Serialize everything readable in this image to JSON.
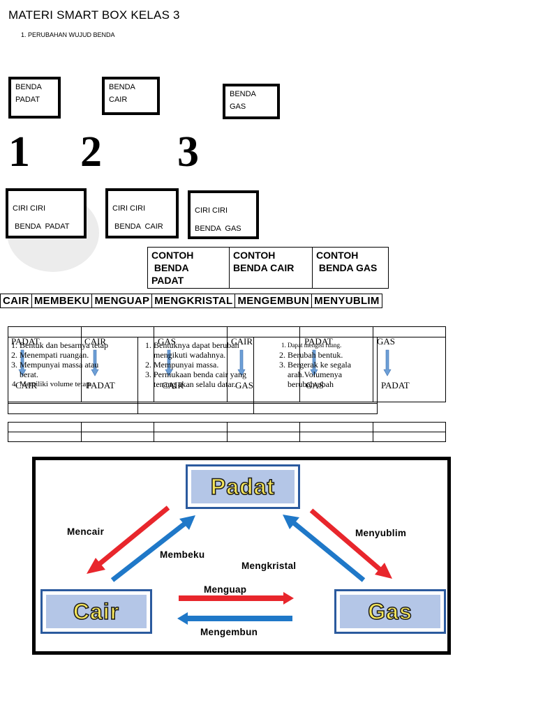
{
  "title": "MATERI SMART BOX  KELAS 3",
  "subtitle": "1.     PERUBAHAN WUJUD BENDA",
  "boxes_top": [
    {
      "line1": "BENDA",
      "line2": "PADAT"
    },
    {
      "line1": "BENDA",
      "line2": "CAIR"
    },
    {
      "line1": "BENDA",
      "line2": "GAS"
    }
  ],
  "numbers": [
    "1",
    "2",
    "3"
  ],
  "boxes_ciri": [
    {
      "line1": "CIRI CIRI",
      "line2": " BENDA  PADAT"
    },
    {
      "line1": "CIRI CIRI",
      "line2": " BENDA  CAIR"
    },
    {
      "line1": "CIRI CIRI",
      "line2": "BENDA  GAS"
    }
  ],
  "contoh": [
    {
      "line1": "CONTOH",
      "line2": " BENDA",
      "line3": "PADAT"
    },
    {
      "line1": "CONTOH",
      "line2": "BENDA CAIR",
      "line3": ""
    },
    {
      "line1": "CONTOH",
      "line2": " BENDA GAS",
      "line3": ""
    }
  ],
  "processes": [
    "CAIR",
    "MEMBEKU",
    "MENGUAP",
    "MENGKRISTAL",
    "MENGEMBUN",
    "MENYUBLIM"
  ],
  "transitions": [
    {
      "from": "PADAT",
      "to": "CAIR"
    },
    {
      "from": "CAIR",
      "to": "PADAT"
    },
    {
      "from": "GAS",
      "to": "CAIR"
    },
    {
      "from": "CAIR",
      "to": "GAS"
    },
    {
      "from": "PADAT",
      "to": "GAS"
    },
    {
      "from": "GAS",
      "to": "PADAT"
    }
  ],
  "ciri_padat": [
    "Bentuk dan besarnya tetap",
    "Menempati ruangan.",
    "Mempunyai massa atau berat.",
    "Memiliki volume tetap."
  ],
  "ciri_cair": [
    "Bentuknya dapat berubah mengikuti wadahnya.",
    "Mempunyai massa.",
    "Permukaan benda cair yang tenang akan selalu datar."
  ],
  "ciri_gas": [
    "Dapat mengisi ruang.",
    "Berubah bentuk.",
    "Bergerak ke segala arah.Volumenya berubah-ubah"
  ],
  "diagram": {
    "padat": "Padat",
    "cair": "Cair",
    "gas": "Gas",
    "mencair": "Mencair",
    "membeku": "Membeku",
    "menyublim": "Menyublim",
    "mengkristal": "Mengkristal",
    "menguap": "Menguap",
    "mengembun": "Mengembun",
    "colors": {
      "red": "#e8262c",
      "blue": "#1f78c8",
      "box_fill": "#b4c6e7",
      "box_border": "#2b5a9e",
      "text_fill": "#f5e55a"
    }
  }
}
